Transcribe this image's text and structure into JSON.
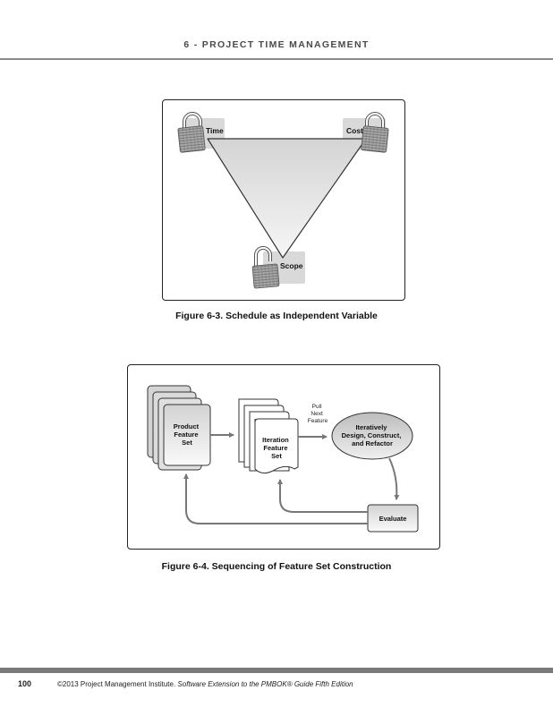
{
  "header": {
    "chapter_title": "6 - PROJECT TIME MANAGEMENT"
  },
  "figure_6_3": {
    "caption": "Figure 6-3. Schedule as Independent Variable",
    "labels": {
      "time": "Time",
      "cost": "Cost",
      "scope": "Scope"
    },
    "locks": {
      "time": "locked",
      "cost": "locked",
      "scope": "unlocked"
    }
  },
  "figure_6_4": {
    "caption": "Figure 6-4. Sequencing of Feature Set Construction",
    "nodes": {
      "product_feature_set": [
        "Product",
        "Feature",
        "Set"
      ],
      "iteration_feature_set": [
        "Iteration",
        "Feature",
        "Set"
      ],
      "iterate": [
        "Iteratively",
        "Design, Construct,",
        "and Refactor"
      ],
      "evaluate": "Evaluate"
    },
    "edge_labels": {
      "pull_next_feature": [
        "Pull",
        "Next",
        "Feature"
      ]
    }
  },
  "footer": {
    "page_number": "100",
    "copyright": "©2013 Project Management Institute. ",
    "book_title": "Software Extension to the PMBOK® Guide Fifth Edition"
  }
}
